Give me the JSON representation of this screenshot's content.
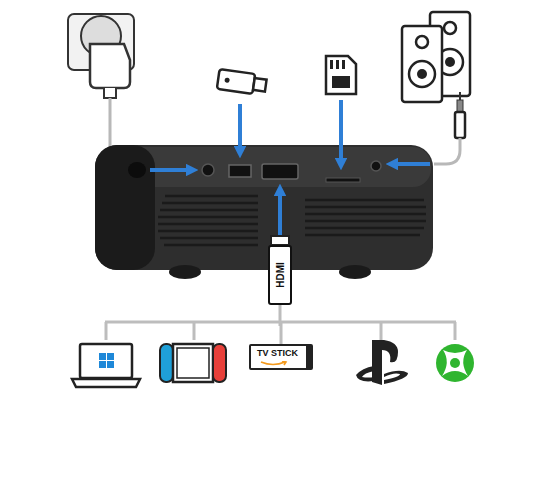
{
  "diagram": {
    "nodes": [
      {
        "text": [
          "HDMI"
        ]
      },
      {
        "text": [
          "TV STICK"
        ]
      }
    ],
    "edges": [
      {
        "from": 1,
        "to": 0,
        "arrow": "none"
      }
    ]
  }
}
